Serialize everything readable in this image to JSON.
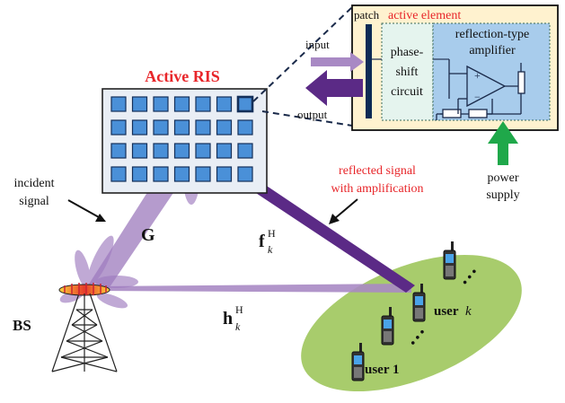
{
  "labels": {
    "active_ris": "Active RIS",
    "patch": "patch",
    "active_element": "active element",
    "phase_shift": [
      "phase-",
      "shift",
      "circuit"
    ],
    "amplifier": [
      "reflection-type",
      "amplifier"
    ],
    "input": "input",
    "output": "output",
    "power_supply": [
      "power",
      "supply"
    ],
    "reflected_signal": [
      "reflected signal",
      "with amplification"
    ],
    "incident_signal": [
      "incident",
      "signal"
    ],
    "G": "G",
    "f": "f",
    "h": "h",
    "sup_H": "H",
    "sub_k": "k",
    "bs": "BS",
    "user_k_word": "user",
    "user_k_var": "k",
    "user_1": "user 1",
    "dots": "⋅⋅⋅",
    "plus": "+",
    "minus": "−"
  },
  "colors": {
    "red_label": "#e8262a",
    "beam_light": "#a889c4",
    "beam_dark": "#5b2a86",
    "ellipse": "#a8cc6c",
    "box_fill": "#fff2cf",
    "phase_fill": "#e5f4ee",
    "amp_fill": "#a8ccec",
    "cell_fill": "#4a90d8",
    "power_arrow": "#1fa84a",
    "patch_bar": "#0d2a55"
  },
  "icons": [
    "phone-icon",
    "tower-icon",
    "opamp-icon",
    "resistor-icon"
  ]
}
